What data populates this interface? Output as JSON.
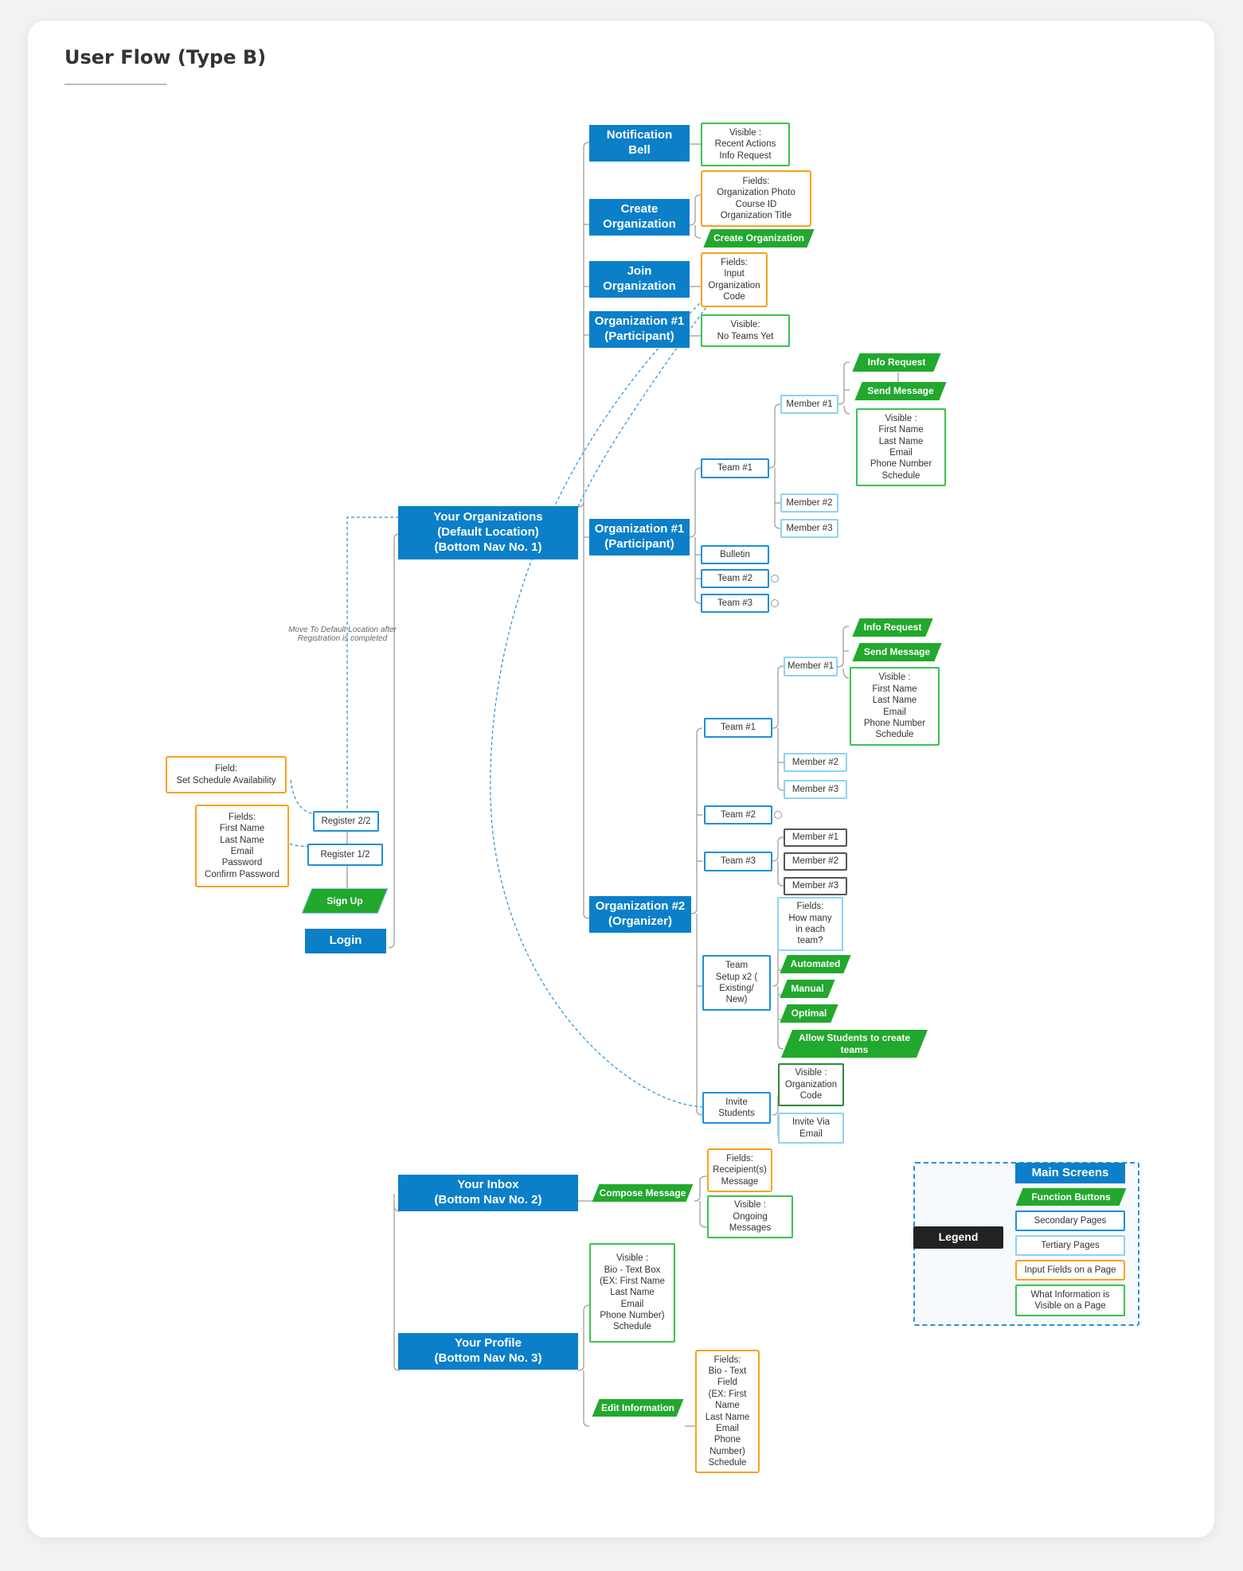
{
  "page_title": "User Flow (Type B)",
  "note_move": "Move To Default Location after Registration is completed",
  "colors": {
    "main": "#0b7fc8",
    "function": "#22a82d",
    "secondary_border": "#1d8fdb",
    "tertiary_border": "#8dd3f3",
    "input_border": "#f7a21c",
    "visible_border": "#3bc254",
    "legend": "#222222"
  },
  "nodes": {
    "notification_bell": "Notification\nBell",
    "notif_visible": "Visible :\nRecent Actions\nInfo Request",
    "create_org": "Create\nOrganization",
    "create_org_fields": "Fields:\nOrganization Photo\nCourse ID\nOrganization Title",
    "create_org_btn": "Create Organization",
    "join_org": "Join\nOrganization",
    "join_org_fields": "Fields:\nInput\nOrganization\nCode",
    "org1_a": "Organization #1\n(Participant)",
    "org1_a_visible": "Visible:\nNo Teams Yet",
    "info_request_1": "Info Request",
    "send_message_1": "Send Message",
    "member1_a": "Member #1",
    "member_visible_1": "Visible :\nFirst Name\nLast Name\nEmail\nPhone Number\nSchedule",
    "team1_a": "Team #1",
    "member2_a": "Member #2",
    "member3_a": "Member #3",
    "your_orgs": "Your Organizations\n(Default Location)\n(Bottom Nav No. 1)",
    "org1_b": "Organization #1\n(Participant)",
    "bulletin": "Bulletin",
    "team2_a": "Team #2",
    "team3_a": "Team #3",
    "info_request_2": "Info Request",
    "send_message_2": "Send Message",
    "member1_b": "Member #1",
    "member_visible_2": "Visible :\nFirst Name\nLast Name\nEmail\nPhone Number\nSchedule",
    "team1_b": "Team #1",
    "member2_b": "Member #2",
    "member3_b": "Member #3",
    "team2_b": "Team #2",
    "team3_b": "Team #3",
    "member1_c": "Member #1",
    "member2_c": "Member #2",
    "member3_c": "Member #3",
    "field_schedule": "Field:\nSet Schedule Availability",
    "register2": "Register 2/2",
    "register_fields": "Fields:\nFirst Name\nLast Name\nEmail\nPassword\nConfirm Password",
    "register1": "Register 1/2",
    "sign_up": "Sign Up",
    "login": "Login",
    "org2": "Organization #2\n(Organizer)",
    "how_many_fields": "Fields:\nHow many\nin each\nteam?",
    "team_setup": "Team\nSetup x2 (\nExisting/\nNew)",
    "automated": "Automated",
    "manual": "Manual",
    "optimal": "Optimal",
    "allow_students": "Allow Students to create\nteams",
    "invite_students": "Invite\nStudents",
    "org_code_visible": "Visible :\nOrganization\nCode",
    "invite_email": "Invite Via\nEmail",
    "your_inbox": "Your Inbox\n(Bottom Nav No. 2)",
    "compose_message": "Compose Message",
    "recipient_fields": "Fields:\nReceipient(s)\nMessage",
    "ongoing_visible": "Visible :\nOngoing\nMessages",
    "profile_visible": "Visible :\nBio - Text Box\n(EX: First Name\nLast Name\nEmail\nPhone Number)\nSchedule",
    "your_profile": "Your Profile\n(Bottom Nav No. 3)",
    "edit_info": "Edit Information",
    "edit_fields": "Fields:\nBio - Text\nField\n(EX: First\nName\nLast Name\nEmail\nPhone\nNumber)\nSchedule"
  },
  "legend": {
    "title": "Legend",
    "main_screens": "Main Screens",
    "function_buttons": "Function Buttons",
    "secondary_pages": "Secondary Pages",
    "tertiary_pages": "Tertiary Pages",
    "input_fields": "Input Fields on a Page",
    "what_info": "What Information is\nVisible on a Page"
  }
}
